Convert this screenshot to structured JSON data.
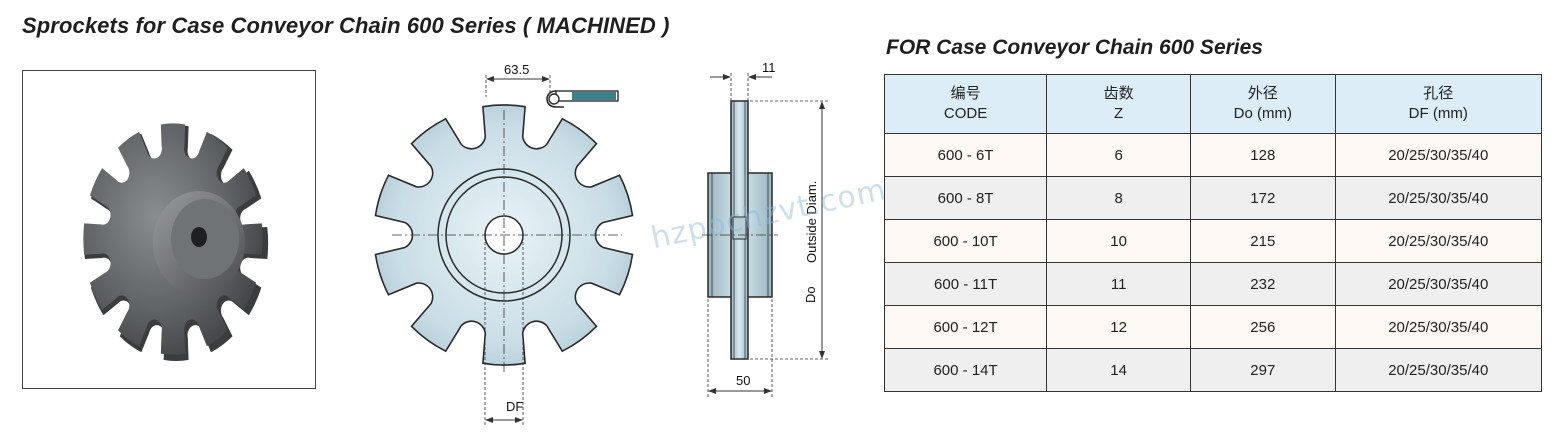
{
  "title": "Sprockets for Case Conveyor Chain 600 Series ( MACHINED )",
  "table_title": "FOR Case Conveyor Chain 600 Series",
  "watermark": "hzpochzvt.com",
  "drawing": {
    "dim_pitch": "63.5",
    "dim_bore": "DF",
    "dim_thickness": "11",
    "dim_hub_width": "50",
    "outside_diam_label": "Outside Diam.",
    "do_label": "Do"
  },
  "table": {
    "headers": [
      {
        "cn": "编号",
        "en": "CODE"
      },
      {
        "cn": "齿数",
        "en": "Z"
      },
      {
        "cn": "外径",
        "en": "Do (mm)"
      },
      {
        "cn": "孔径",
        "en": "DF (mm)"
      }
    ],
    "rows": [
      {
        "code": "600 - 6T",
        "z": "6",
        "do": "128",
        "df": "20/25/30/35/40"
      },
      {
        "code": "600 - 8T",
        "z": "8",
        "do": "172",
        "df": "20/25/30/35/40"
      },
      {
        "code": "600 - 10T",
        "z": "10",
        "do": "215",
        "df": "20/25/30/35/40"
      },
      {
        "code": "600 - 11T",
        "z": "11",
        "do": "232",
        "df": "20/25/30/35/40"
      },
      {
        "code": "600 - 12T",
        "z": "12",
        "do": "256",
        "df": "20/25/30/35/40"
      },
      {
        "code": "600 - 14T",
        "z": "14",
        "do": "297",
        "df": "20/25/30/35/40"
      }
    ]
  },
  "colors": {
    "sprocket_fill": "#c9dde6",
    "photo_metal": "#5a5d60",
    "header_bg": "#dcedf7",
    "chain_link": "#3d7f8a"
  }
}
